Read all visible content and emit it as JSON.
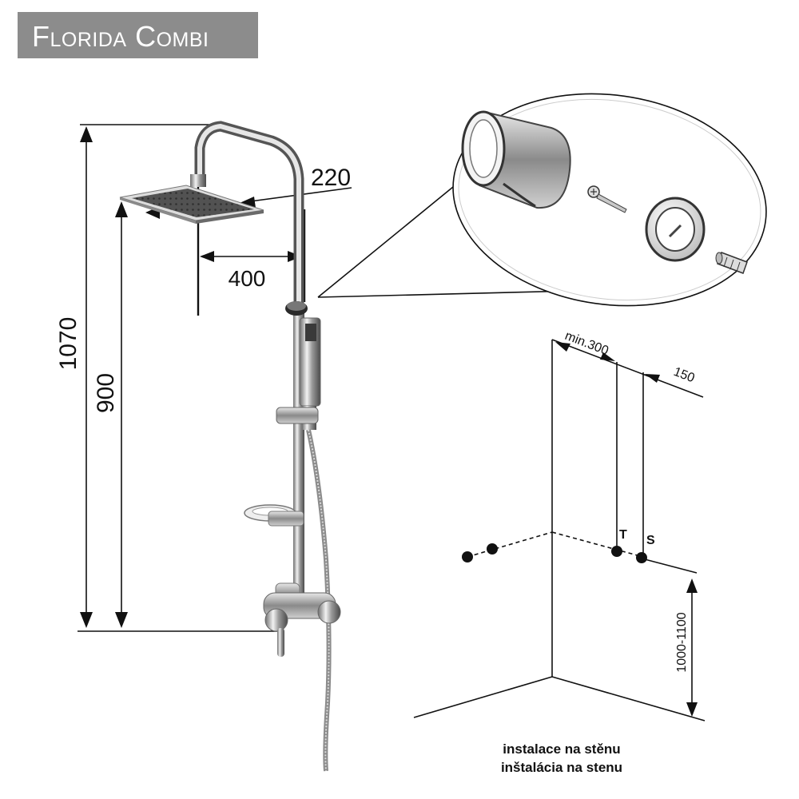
{
  "title": "Florida Combi",
  "dimensions": {
    "total_height": "1070",
    "shower_height": "900",
    "head_size": "220",
    "arm_length": "400",
    "min_spacing": "min.300",
    "pipe_spacing": "150",
    "install_height": "1000-1100"
  },
  "connections": {
    "hot": "T",
    "cold": "S"
  },
  "caption": {
    "line1": "instalace  na stěnu",
    "line2": "inštalácia  na stenu"
  },
  "colors": {
    "title_bg": "#8c8c8c",
    "title_text": "#ffffff",
    "line": "#111111"
  }
}
